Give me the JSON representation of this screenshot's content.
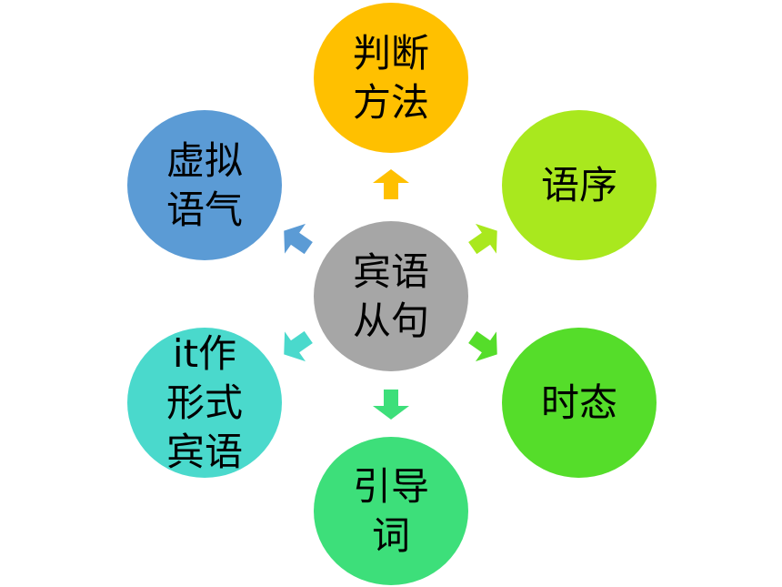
{
  "center": {
    "label": "宾语\n从句",
    "color": "#a6a6a6"
  },
  "nodes": {
    "top": {
      "label": "判断\n方法",
      "color": "#ffc000"
    },
    "top_right": {
      "label": "语序",
      "color": "#a9e81e"
    },
    "bottom_right": {
      "label": "时态",
      "color": "#55dd2a"
    },
    "bottom": {
      "label": "引导\n词",
      "color": "#3ddf7a"
    },
    "bottom_left": {
      "label": "it作\n形式\n宾语",
      "color": "#4ad9cc"
    },
    "top_left": {
      "label": "虚拟\n语气",
      "color": "#5b9bd5"
    }
  }
}
